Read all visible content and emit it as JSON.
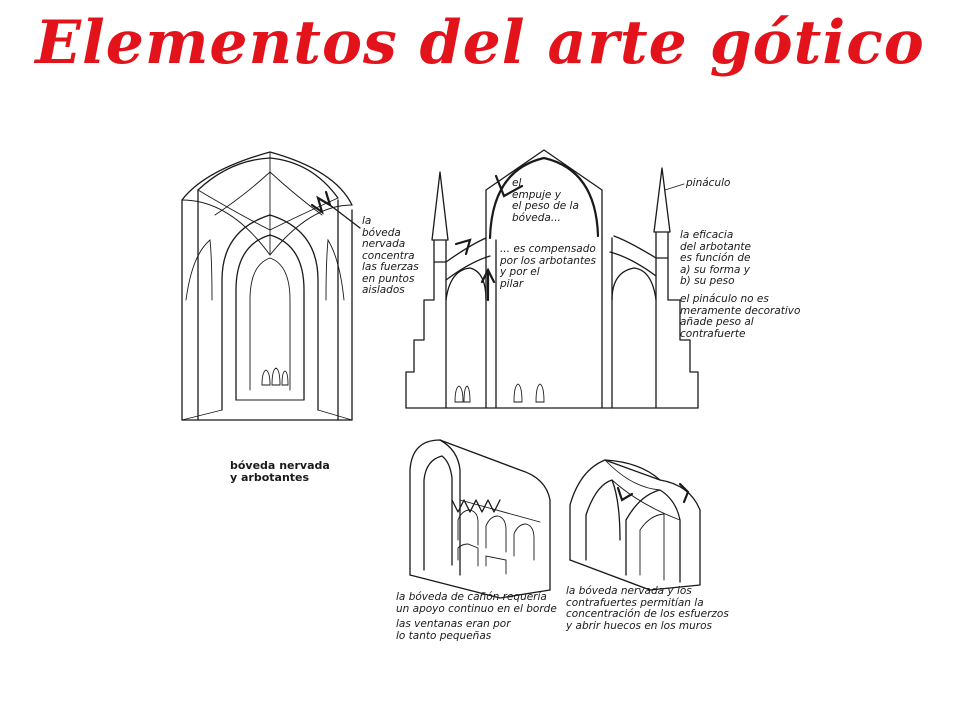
{
  "title": "Elementos del arte gótico",
  "labels": {
    "boveda_nervada_concentra": [
      "la",
      "bóveda",
      "nervada",
      "concentra",
      "las fuerzas",
      "en puntos",
      "aislados"
    ],
    "empuje_peso": [
      "el",
      "empuje y",
      "el peso de la",
      "bóveda..."
    ],
    "compensado": [
      "... es compensado",
      "por los arbotantes",
      "y por el",
      "pilar"
    ],
    "pinaculo": [
      "pináculo"
    ],
    "eficacia": [
      "la eficacia",
      "del arbotante",
      "es función de",
      "a) su forma y",
      "b) su peso"
    ],
    "pinaculo_decorativo": [
      "el pináculo no es",
      "meramente decorativo",
      "añade peso al",
      "contrafuerte"
    ],
    "caption_main": [
      "bóveda nervada",
      "y arbotantes"
    ],
    "canon": [
      "la bóveda de cañón requería",
      "un apoyo continuo en el borde",
      "las ventanas eran por",
      "lo tanto pequeñas"
    ],
    "nervada_contrafuertes": [
      "la bóveda nervada y los",
      "contrafuertes permitían la",
      "concentración de los esfuerzos",
      "y abrir huecos en los muros"
    ]
  },
  "colors": {
    "title": "#e3131b",
    "ink": "#1a1a1a"
  }
}
